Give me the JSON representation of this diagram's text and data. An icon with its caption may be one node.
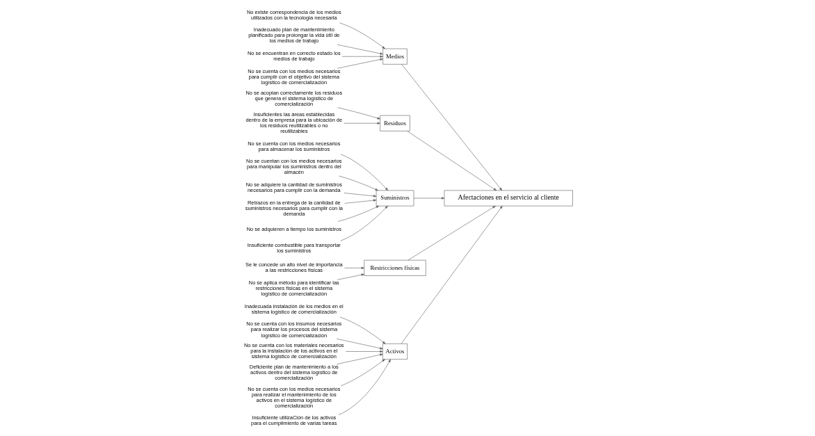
{
  "diagram": {
    "nodes": [
      {
        "text": [
          "Activos"
        ]
      },
      {
        "text": [
          "Medios"
        ]
      },
      {
        "text": [
          "Residuos"
        ]
      },
      {
        "text": [
          "Inadecuada instalación de los medios en el sistema logístico de comercialización"
        ]
      },
      {
        "text": [
          "No se cuenta con los insumos necesarios para realizar los procesos del sistema logístico de comercialización"
        ]
      },
      {
        "text": [
          "No se cuenta con los materiales necesarios para la instalación de los activos en el sistema logístico de comercialización"
        ]
      },
      {
        "text": [
          "Deficiente plan de mantenimiento a los activos dentro del sistema logístico de comercialización"
        ]
      },
      {
        "text": [
          "No se cuenta con los medios necesarios para realizar el mantenimiento de los activos en el sistema logístico de comercialización"
        ]
      },
      {
        "text": [
          "Insuficiente utilizaCión de los activos para el cumplimiento de varias tareas"
        ]
      },
      {
        "text": [
          "No existe correspondencia de los medios utilizados con la tecnología necesaria"
        ]
      },
      {
        "text": [
          "Inadecuado plan de mantenimiento planificado para prolongar la vida útil de los medios de trabajo"
        ]
      },
      {
        "text": [
          "No se encuentran en correcto estado los medios de trabajo"
        ]
      },
      {
        "text": [
          "No se cuenta con los medios necesarios para cumplir con el objetivo del sistema logístico de comercialización"
        ]
      },
      {
        "text": [
          "No se acopian correctamente los residuos que genera el sistema logístico de comercialización"
        ]
      },
      {
        "text": [
          "Insuficientes las áreas establecidas dentro de la empresa para la ubicación de los residuos reutilizables o no reutilizables"
        ]
      },
      {
        "text": [
          "Afectaciones en el servicio al cliente"
        ]
      },
      {
        "text": [
          "No se cuenta con los medios necesarios para almacenar los suministros"
        ]
      },
      {
        "text": [
          "No se cuentan con los medios necesarios para manipular los suministros dentro del almacén"
        ]
      },
      {
        "text": [
          "No se adquiere la cantidad de suministros necesarios para cumplir con la demanda"
        ]
      },
      {
        "text": [
          "Retrazos en la entrega de la cantidad de suministros necesarios para cumplir con la demanda"
        ]
      },
      {
        "text": [
          "No se adquieren a tiempo los suministros"
        ]
      },
      {
        "text": [
          "Insuficiente combustible para transportar los suministros"
        ]
      },
      {
        "text": [
          "Se le concede un alto nivel de importancia a las restricciones físicas"
        ]
      },
      {
        "text": [
          "No se aplica método para identificar las restricciones físicas en el sistema logístico de comercialización"
        ]
      },
      {
        "text": [
          "Suministros"
        ]
      },
      {
        "text": [
          "Restricciones físicas"
        ]
      }
    ],
    "edges": [
      {
        "from": 0,
        "to": 15,
        "arrow": "to"
      },
      {
        "from": 1,
        "to": 15,
        "arrow": "to"
      },
      {
        "from": 2,
        "to": 15,
        "arrow": "to"
      },
      {
        "from": 24,
        "to": 15,
        "arrow": "to"
      },
      {
        "from": 25,
        "to": 15,
        "arrow": "to"
      },
      {
        "from": 3,
        "to": 0,
        "arrow": "to"
      },
      {
        "from": 4,
        "to": 0,
        "arrow": "to"
      },
      {
        "from": 5,
        "to": 0,
        "arrow": "to"
      },
      {
        "from": 6,
        "to": 0,
        "arrow": "to"
      },
      {
        "from": 7,
        "to": 0,
        "arrow": "to"
      },
      {
        "from": 8,
        "to": 0,
        "arrow": "to"
      },
      {
        "from": 9,
        "to": 1,
        "arrow": "to"
      },
      {
        "from": 10,
        "to": 1,
        "arrow": "to"
      },
      {
        "from": 11,
        "to": 1,
        "arrow": "to"
      },
      {
        "from": 12,
        "to": 1,
        "arrow": "to"
      },
      {
        "from": 13,
        "to": 2,
        "arrow": "to"
      },
      {
        "from": 14,
        "to": 2,
        "arrow": "to"
      },
      {
        "from": 16,
        "to": 24,
        "arrow": "to"
      },
      {
        "from": 17,
        "to": 24,
        "arrow": "to"
      },
      {
        "from": 18,
        "to": 24,
        "arrow": "to"
      },
      {
        "from": 19,
        "to": 24,
        "arrow": "to"
      },
      {
        "from": 20,
        "to": 24,
        "arrow": "to"
      },
      {
        "from": 21,
        "to": 24,
        "arrow": "to"
      },
      {
        "from": 22,
        "to": 25,
        "arrow": "to"
      },
      {
        "from": 23,
        "to": 25,
        "arrow": "to"
      }
    ]
  }
}
